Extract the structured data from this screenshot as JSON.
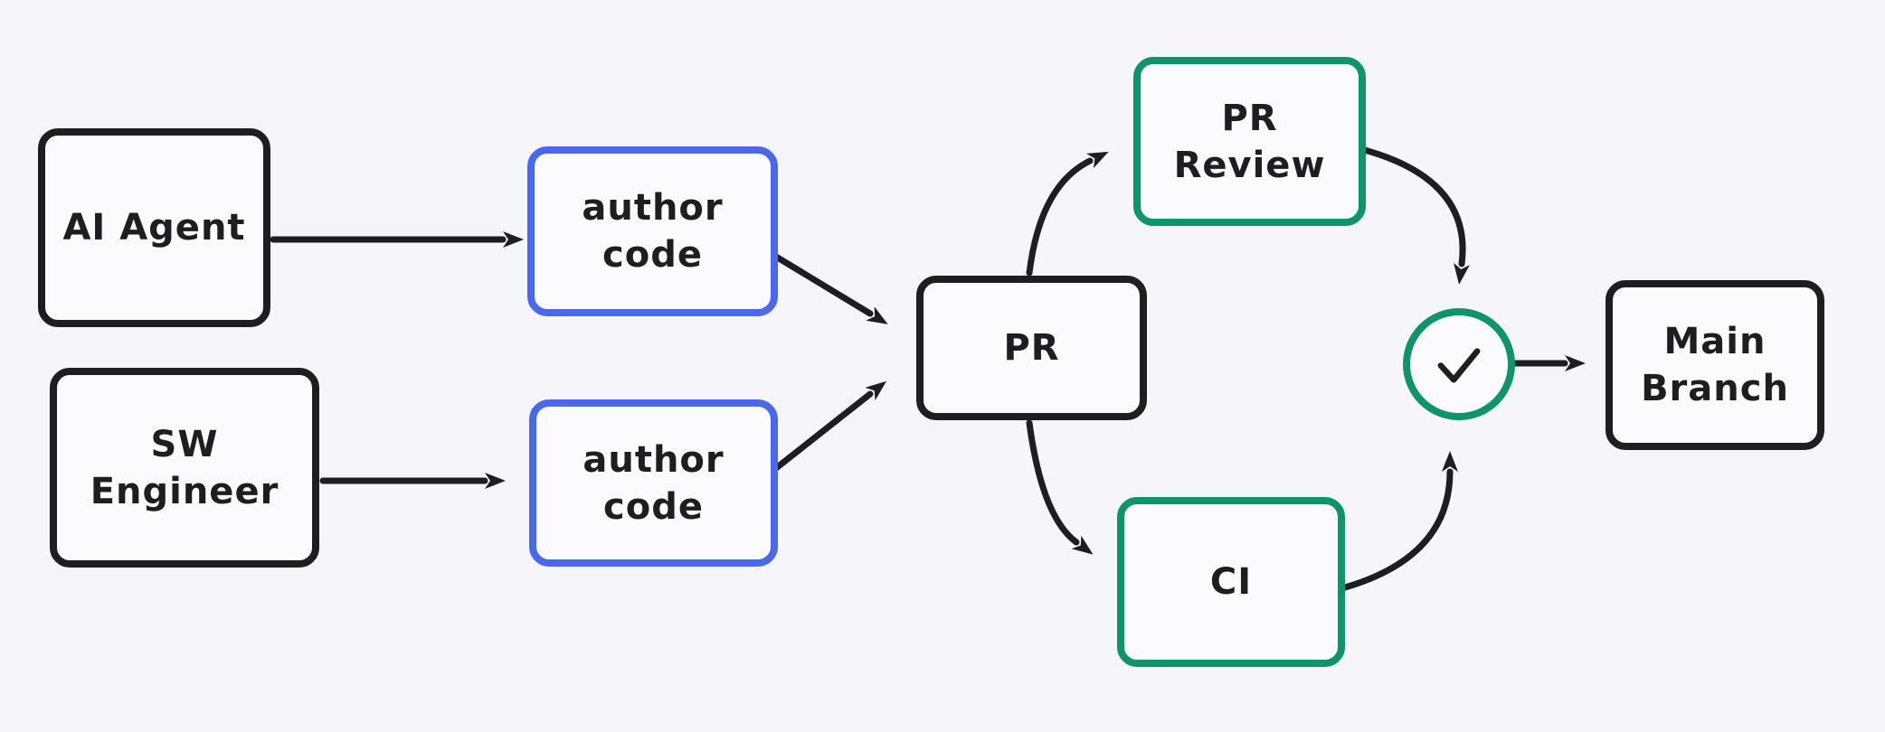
{
  "colors": {
    "background": "#f6f6fa",
    "ink": "#1d1d22",
    "blue": "#4a68ee",
    "green": "#0d946a",
    "node_fill": "#fbfbfd"
  },
  "diagram": {
    "type": "flowchart",
    "style": "hand-drawn"
  },
  "nodes": {
    "ai_agent": {
      "lines": [
        "AI Agent"
      ],
      "accent": "black"
    },
    "sw_engineer": {
      "lines": [
        "SW",
        "Engineer"
      ],
      "accent": "black"
    },
    "author_code_top": {
      "lines": [
        "author",
        "code"
      ],
      "accent": "blue"
    },
    "author_code_bottom": {
      "lines": [
        "author",
        "code"
      ],
      "accent": "blue"
    },
    "pr": {
      "lines": [
        "PR"
      ],
      "accent": "black"
    },
    "pr_review": {
      "lines": [
        "PR",
        "Review"
      ],
      "accent": "green"
    },
    "ci": {
      "lines": [
        "CI"
      ],
      "accent": "green"
    },
    "approval": {
      "icon": "checkmark",
      "accent": "green"
    },
    "main_branch": {
      "lines": [
        "Main",
        "Branch"
      ],
      "accent": "black"
    }
  },
  "edges": [
    {
      "from": "ai_agent",
      "to": "author_code_top"
    },
    {
      "from": "sw_engineer",
      "to": "author_code_bottom"
    },
    {
      "from": "author_code_top",
      "to": "pr"
    },
    {
      "from": "author_code_bottom",
      "to": "pr"
    },
    {
      "from": "pr",
      "to": "pr_review"
    },
    {
      "from": "pr",
      "to": "ci"
    },
    {
      "from": "pr_review",
      "to": "approval"
    },
    {
      "from": "ci",
      "to": "approval"
    },
    {
      "from": "approval",
      "to": "main_branch"
    }
  ]
}
